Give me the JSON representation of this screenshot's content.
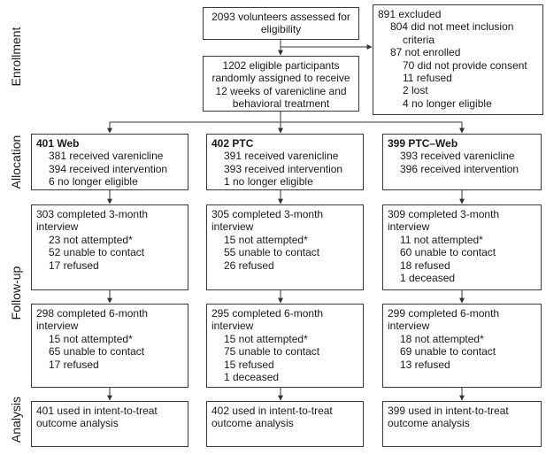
{
  "phases": {
    "enrollment": "Enrollment",
    "allocation": "Allocation",
    "followup": "Follow-up",
    "analysis": "Analysis"
  },
  "enrollment": {
    "assessed": [
      "2093 volunteers assessed for",
      "eligibility"
    ],
    "eligible": [
      "1202 eligible participants",
      "randomly assigned to receive",
      "12 weeks of varenicline and",
      "behavioral treatment"
    ],
    "excluded": {
      "title": "891 excluded",
      "l1": [
        "804 did not meet inclusion",
        "criteria"
      ],
      "l2": "87 not enrolled",
      "sub": [
        "70 did not provide consent",
        "11 refused",
        "2 lost",
        "4 no longer eligible"
      ]
    }
  },
  "arms": [
    {
      "name": "401 Web",
      "allocation": [
        "381 received varenicline",
        "394 received intervention",
        "6 no longer eligible"
      ],
      "fu3": {
        "title": [
          "303 completed 3-month",
          "interview"
        ],
        "items": [
          "23 not attempted*",
          "52 unable to contact",
          "17 refused"
        ]
      },
      "fu6": {
        "title": [
          "298 completed 6-month",
          "interview"
        ],
        "items": [
          "15 not attempted*",
          "65 unable to contact",
          "17 refused"
        ]
      },
      "analysis": [
        "401 used in intent-to-treat",
        "outcome analysis"
      ]
    },
    {
      "name": "402 PTC",
      "allocation": [
        "391 received varenicline",
        "393 received intervention",
        "1 no longer eligible"
      ],
      "fu3": {
        "title": [
          "305 completed 3-month",
          "interview"
        ],
        "items": [
          "15 not attempted*",
          "55 unable to contact",
          "26 refused"
        ]
      },
      "fu6": {
        "title": [
          "295 completed 6-month",
          "interview"
        ],
        "items": [
          "15 not attempted*",
          "75 unable to contact",
          "15 refused",
          "1 deceased"
        ]
      },
      "analysis": [
        "402 used in intent-to-treat",
        "outcome analysis"
      ]
    },
    {
      "name": "399 PTC–Web",
      "allocation": [
        "393 received varenicline",
        "396 received intervention"
      ],
      "fu3": {
        "title": [
          "309 completed 3-month",
          "interview"
        ],
        "items": [
          "11 not attempted*",
          "60 unable to contact",
          "18 refused",
          "1 deceased"
        ]
      },
      "fu6": {
        "title": [
          "299 completed 6-month",
          "interview"
        ],
        "items": [
          "18 not attempted*",
          "69 unable to contact",
          "13 refused"
        ]
      },
      "analysis": [
        "399 used in intent-to-treat",
        "outcome analysis"
      ]
    }
  ]
}
